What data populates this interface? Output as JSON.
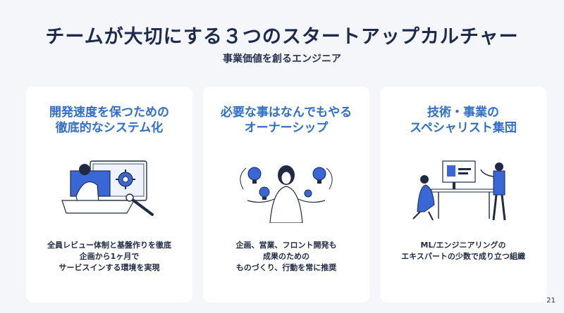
{
  "title": "チームが大切にする３つのスタートアップカルチャー",
  "subtitle": "事業価値を創るエンジニア",
  "cards": [
    {
      "heading": [
        "開発速度を保つための",
        "徹底的なシステム化"
      ],
      "body": [
        "全員レビュー体制と基盤作りを徹底",
        "企画から1ヶ月で",
        "サービスインする環境を実現"
      ],
      "illustration": "developer-with-gear-monitor-illustration"
    },
    {
      "heading": [
        "必要な事はなんでもやる",
        "オーナーシップ"
      ],
      "body": [
        "企画、営業、フロント開発も",
        "成果のための",
        "ものづくり、行動を常に推奨"
      ],
      "illustration": "person-with-lightbulbs-illustration"
    },
    {
      "heading": [
        "技術・事業の",
        "スペシャリスト集団"
      ],
      "body": [
        "ML/エンジニアリングの",
        "エキスパートの少数で成り立つ組織"
      ],
      "illustration": "team-collaboration-illustration"
    }
  ],
  "page_number": "21",
  "colors": {
    "background": "#f5f6fa",
    "card": "#ffffff",
    "heading_blue": "#2f6fc7",
    "title_navy": "#1c2a4d",
    "illustration_blue": "#3a67d6"
  }
}
